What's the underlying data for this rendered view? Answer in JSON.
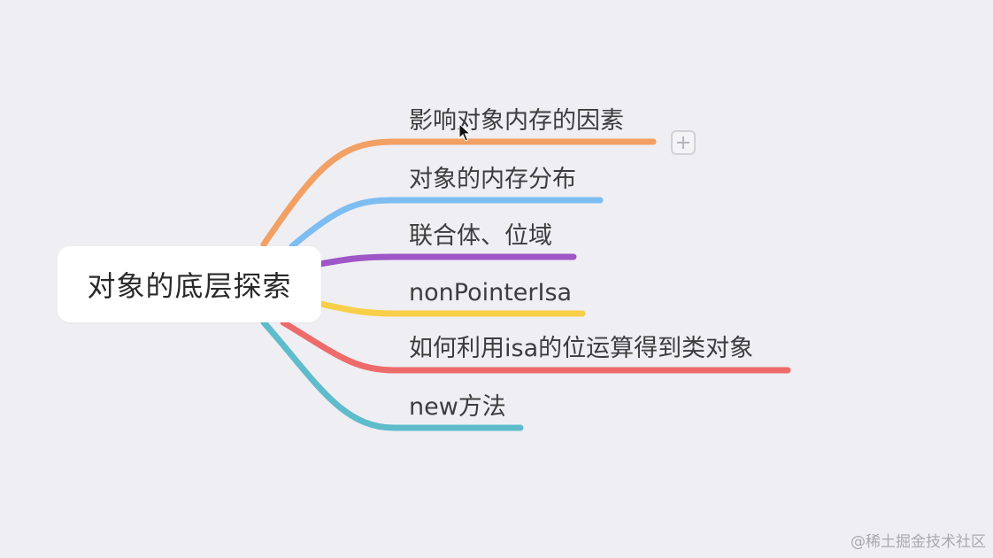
{
  "mindmap": {
    "root": {
      "label": "对象的底层探索"
    },
    "branches": [
      {
        "label": "影响对象内存的因素",
        "color": "#f2a063"
      },
      {
        "label": "对象的内存分布",
        "color": "#7dbdf2"
      },
      {
        "label": "联合体、位域",
        "color": "#9f56c6"
      },
      {
        "label": "nonPointerIsa",
        "color": "#f7cf48"
      },
      {
        "label": "如何利用isa的位运算得到类对象",
        "color": "#ee6b6b"
      },
      {
        "label": "new方法",
        "color": "#5fbccb"
      }
    ],
    "add_button_icon": "plus-icon",
    "cursor_icon": "mouse-pointer-icon"
  },
  "watermark": {
    "text": "@稀土掘金技术社区"
  }
}
